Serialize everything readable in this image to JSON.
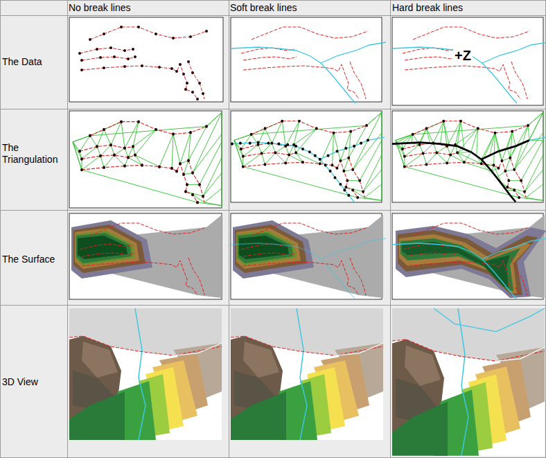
{
  "diagram": {
    "labels": [
      "No break lines",
      "Soft break lines",
      "Hard break lines",
      "The Data",
      "+Z",
      "The Triangulation",
      "The Surface",
      "3D View"
    ]
  }
}
